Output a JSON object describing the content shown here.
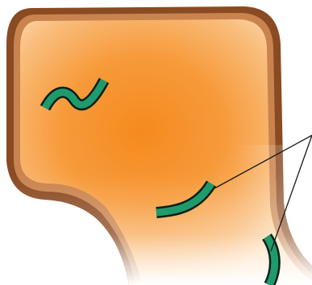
{
  "diagram": {
    "colors": {
      "membrane": "#8a4a22",
      "membrane_highlight": "#c9834e",
      "cytoplasm_center": "#f7922f",
      "cytoplasm_edge": "#fbd5a6",
      "strand_fill": "#1f9a6c",
      "strand_outline": "#0b1f16",
      "leader_line": "#1a1a1a",
      "background": "#ffffff"
    },
    "elements": [
      {
        "name": "cell-membrane",
        "kind": "membrane"
      },
      {
        "name": "cytoplasm",
        "kind": "fill"
      },
      {
        "name": "strand-free",
        "kind": "green-strand"
      },
      {
        "name": "strand-middle",
        "kind": "green-strand"
      },
      {
        "name": "strand-bottom-right",
        "kind": "green-strand"
      },
      {
        "name": "leader-lines",
        "kind": "pointer",
        "label_text": ""
      }
    ]
  }
}
